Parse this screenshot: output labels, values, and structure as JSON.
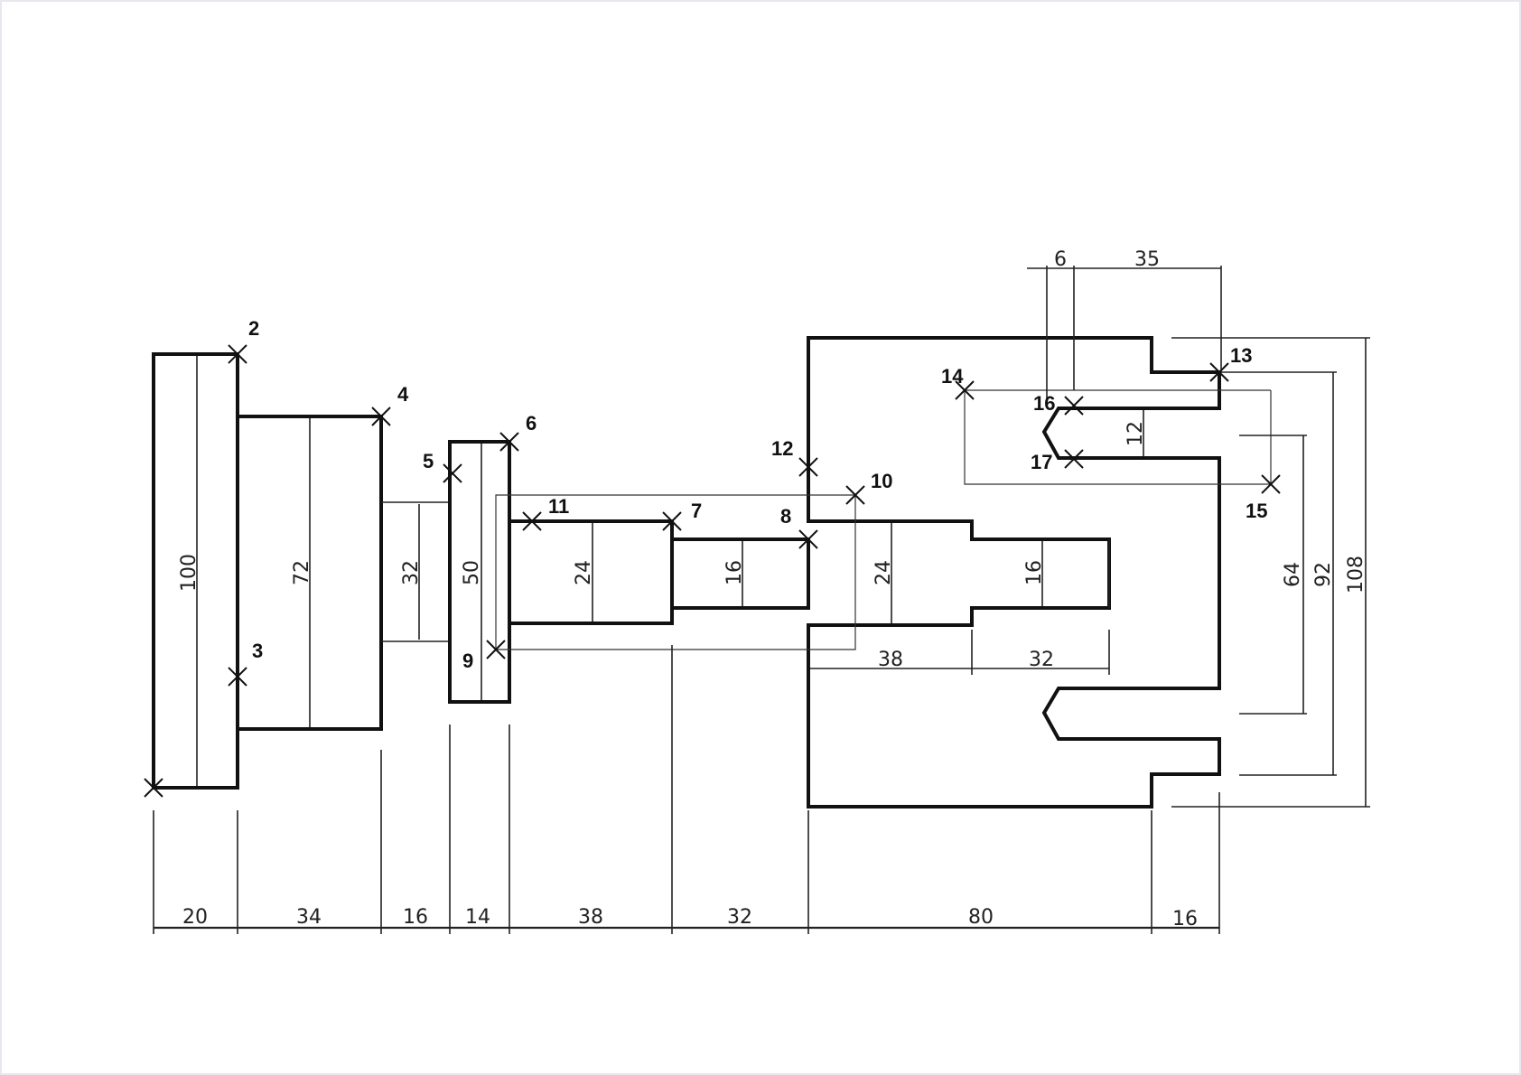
{
  "points": {
    "p2": "2",
    "p3": "3",
    "p4": "4",
    "p5": "5",
    "p6": "6",
    "p7": "7",
    "p8": "8",
    "p9": "9",
    "p10": "10",
    "p11": "11",
    "p12": "12",
    "p13": "13",
    "p14": "14",
    "p15": "15",
    "p16": "16",
    "p17": "17"
  },
  "dimensions": {
    "bottom": [
      "20",
      "34",
      "16",
      "14",
      "38",
      "32",
      "80",
      "16"
    ],
    "top_6": "6",
    "top_35": "35",
    "d100": "100",
    "d72": "72",
    "d32": "32",
    "d50": "50",
    "d24_shaft": "24",
    "d16_shaft": "16",
    "d24_bore": "24",
    "d16_bore": "16",
    "d12": "12",
    "d64": "64",
    "d92": "92",
    "d108": "108",
    "bore_38": "38",
    "bore_32": "32"
  }
}
